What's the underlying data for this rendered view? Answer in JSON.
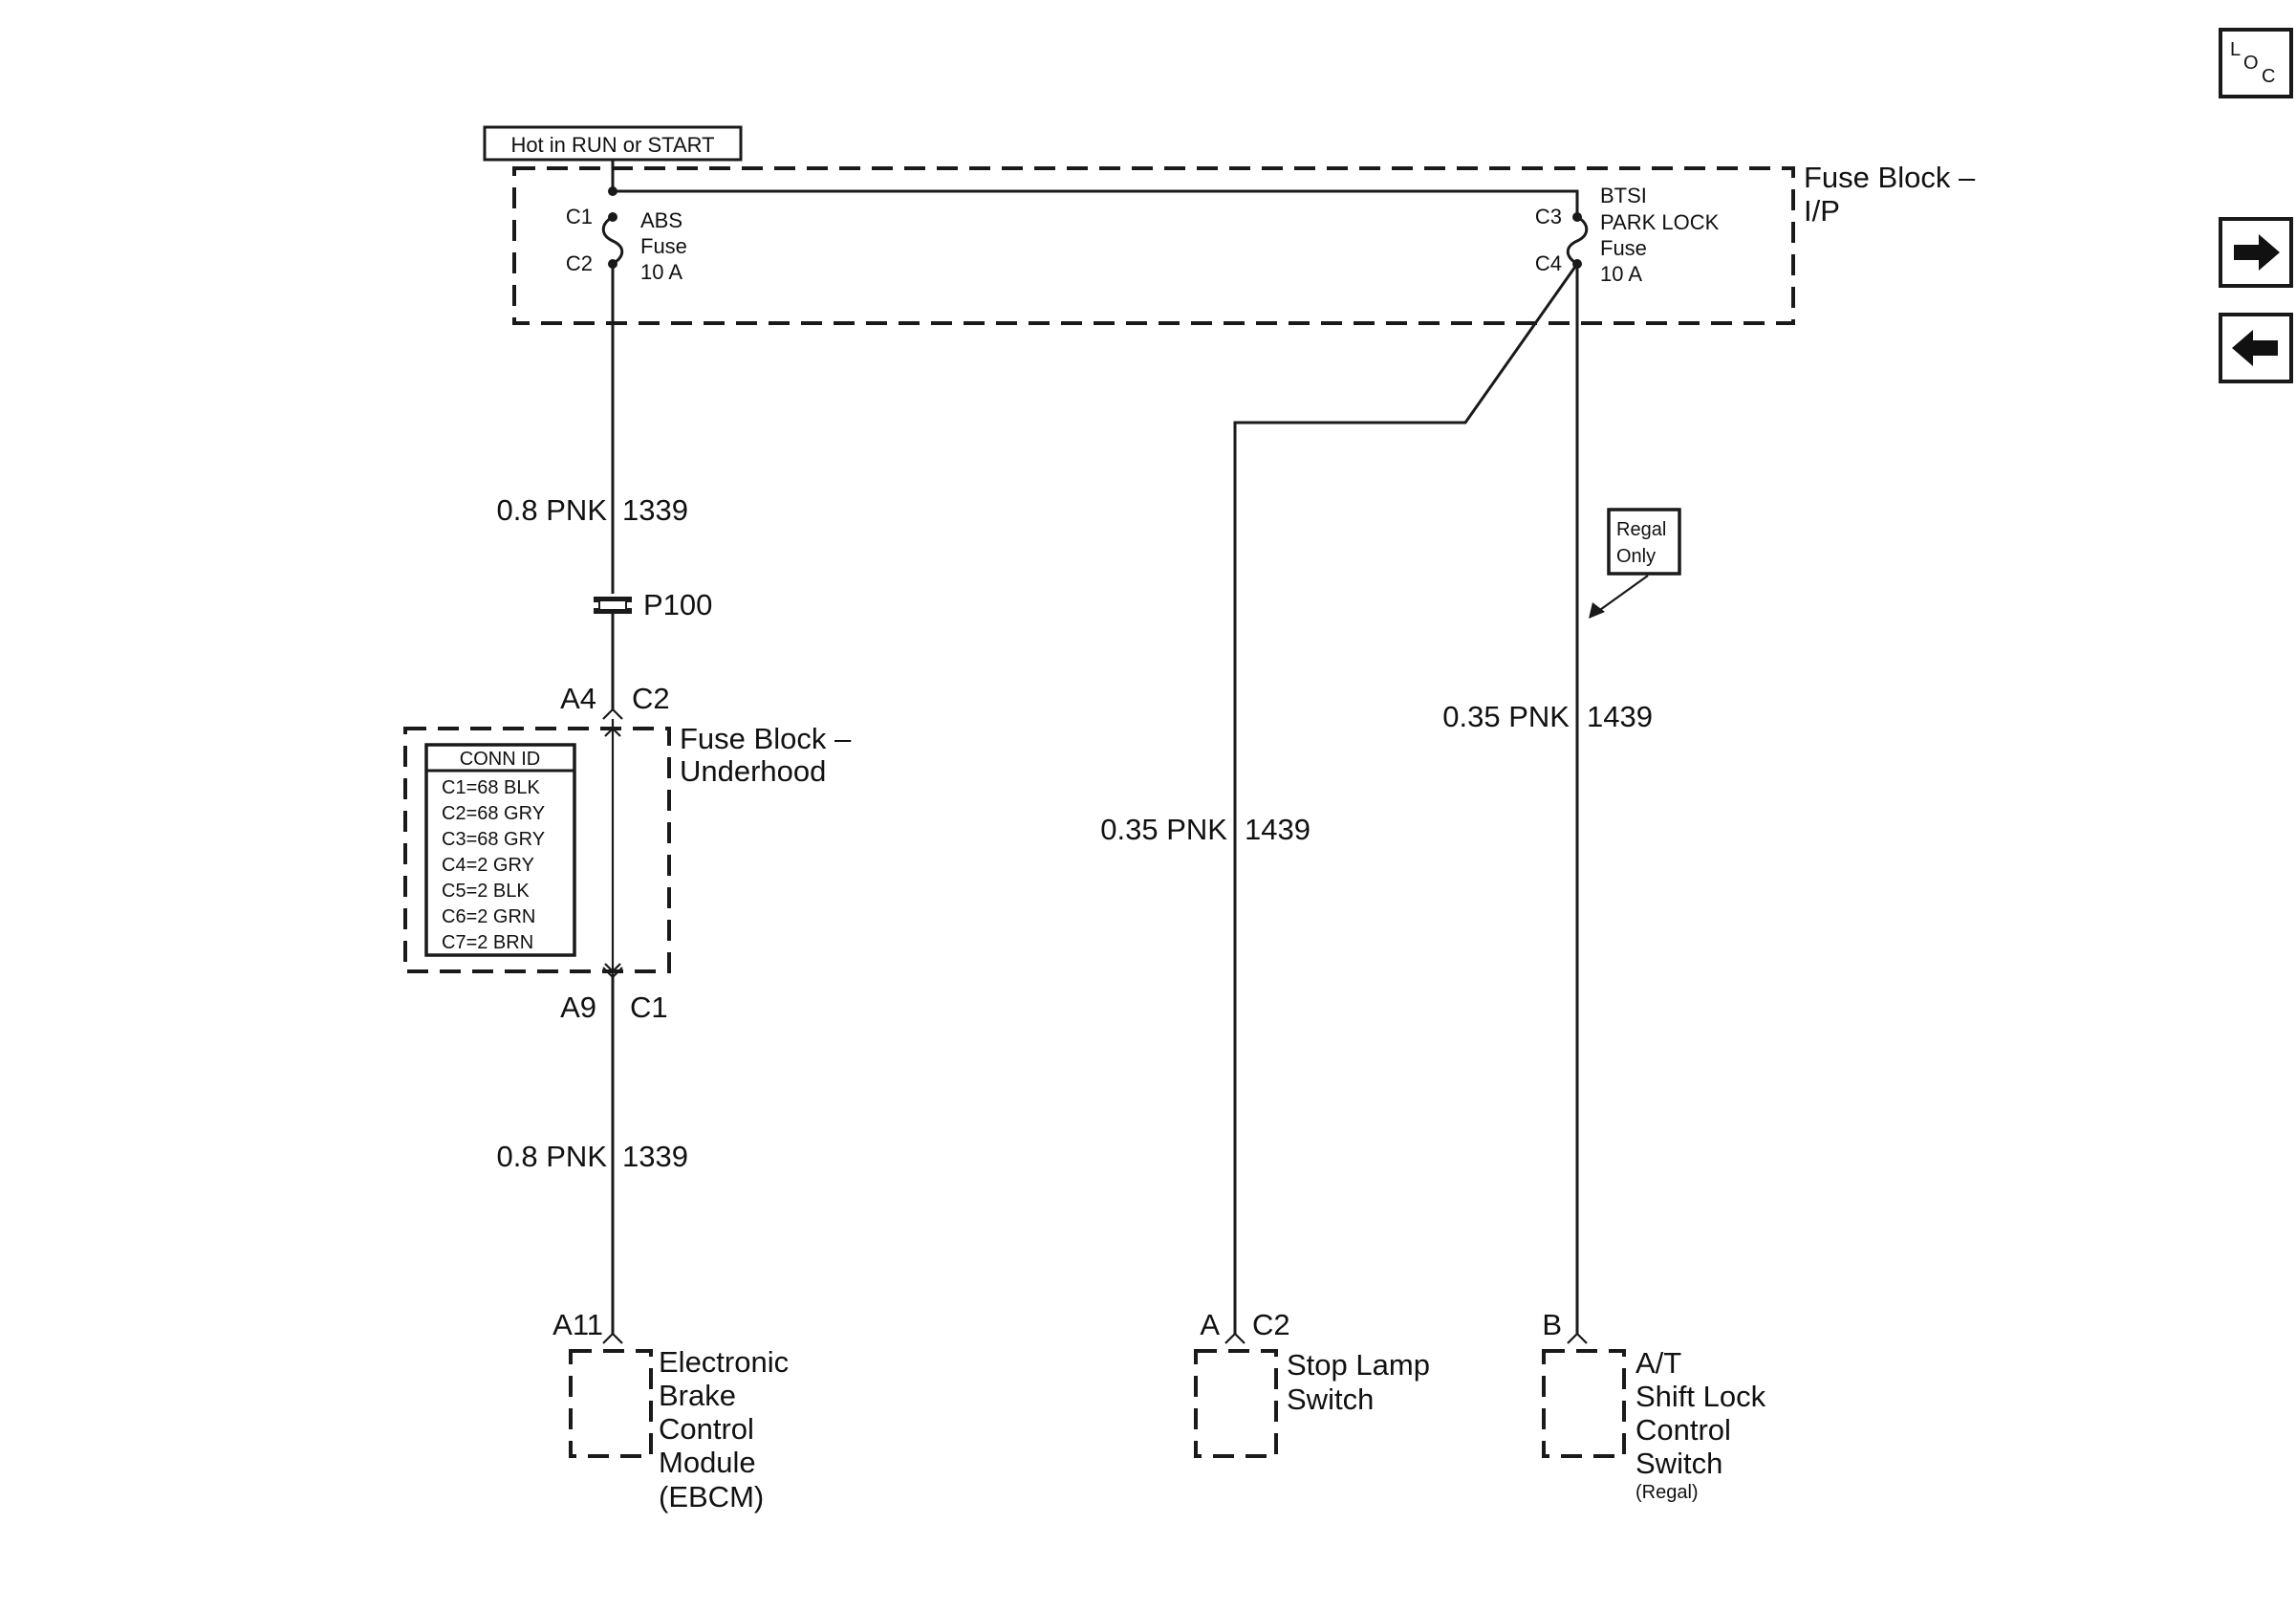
{
  "colors": {
    "line": "#1a1a1a",
    "background": "#ffffff"
  },
  "power_source": {
    "label": "Hot in RUN or START"
  },
  "fuse_block_ip": {
    "name_line1": "Fuse Block –",
    "name_line2": "I/P",
    "abs_fuse": {
      "top_pin": "C1",
      "bottom_pin": "C2",
      "line1": "ABS",
      "line2": "Fuse",
      "line3": "10 A"
    },
    "btsi_fuse": {
      "top_pin": "C3",
      "bottom_pin": "C4",
      "line1": "BTSI",
      "line2": "PARK LOCK",
      "line3": "Fuse",
      "line4": "10 A"
    }
  },
  "wires": {
    "abs_upper": {
      "gauge_color": "0.8 PNK",
      "circuit": "1339"
    },
    "abs_lower": {
      "gauge_color": "0.8 PNK",
      "circuit": "1339"
    },
    "stop_lamp": {
      "gauge_color": "0.35 PNK",
      "circuit": "1439"
    },
    "shift_lock": {
      "gauge_color": "0.35 PNK",
      "circuit": "1439"
    }
  },
  "splice": {
    "label": "P100"
  },
  "fuse_block_underhood": {
    "name_line1": "Fuse Block –",
    "name_line2": "Underhood",
    "top_pins": {
      "left": "A4",
      "right": "C2"
    },
    "bottom_pins": {
      "left": "A9",
      "right": "C1"
    },
    "conn_id": {
      "header": "CONN ID",
      "rows": [
        "C1=68 BLK",
        "C2=68 GRY",
        "C3=68 GRY",
        "C4=2 GRY",
        "C5=2 BLK",
        "C6=2 GRN",
        "C7=2 BRN"
      ]
    }
  },
  "regal_note": {
    "line1": "Regal",
    "line2": "Only"
  },
  "components": {
    "ebcm": {
      "pin": "A11",
      "line1": "Electronic",
      "line2": "Brake",
      "line3": "Control",
      "line4": "Module",
      "line5": "(EBCM)"
    },
    "stop_lamp_switch": {
      "pin_left": "A",
      "pin_right": "C2",
      "line1": "Stop Lamp",
      "line2": "Switch"
    },
    "shift_lock_switch": {
      "pin": "B",
      "line1": "A/T",
      "line2": "Shift Lock",
      "line3": "Control",
      "line4": "Switch",
      "line5": "(Regal)"
    }
  },
  "nav": {
    "loc_icon": "loc-icon",
    "next_icon": "arrow-right-icon",
    "prev_icon": "arrow-left-icon"
  }
}
